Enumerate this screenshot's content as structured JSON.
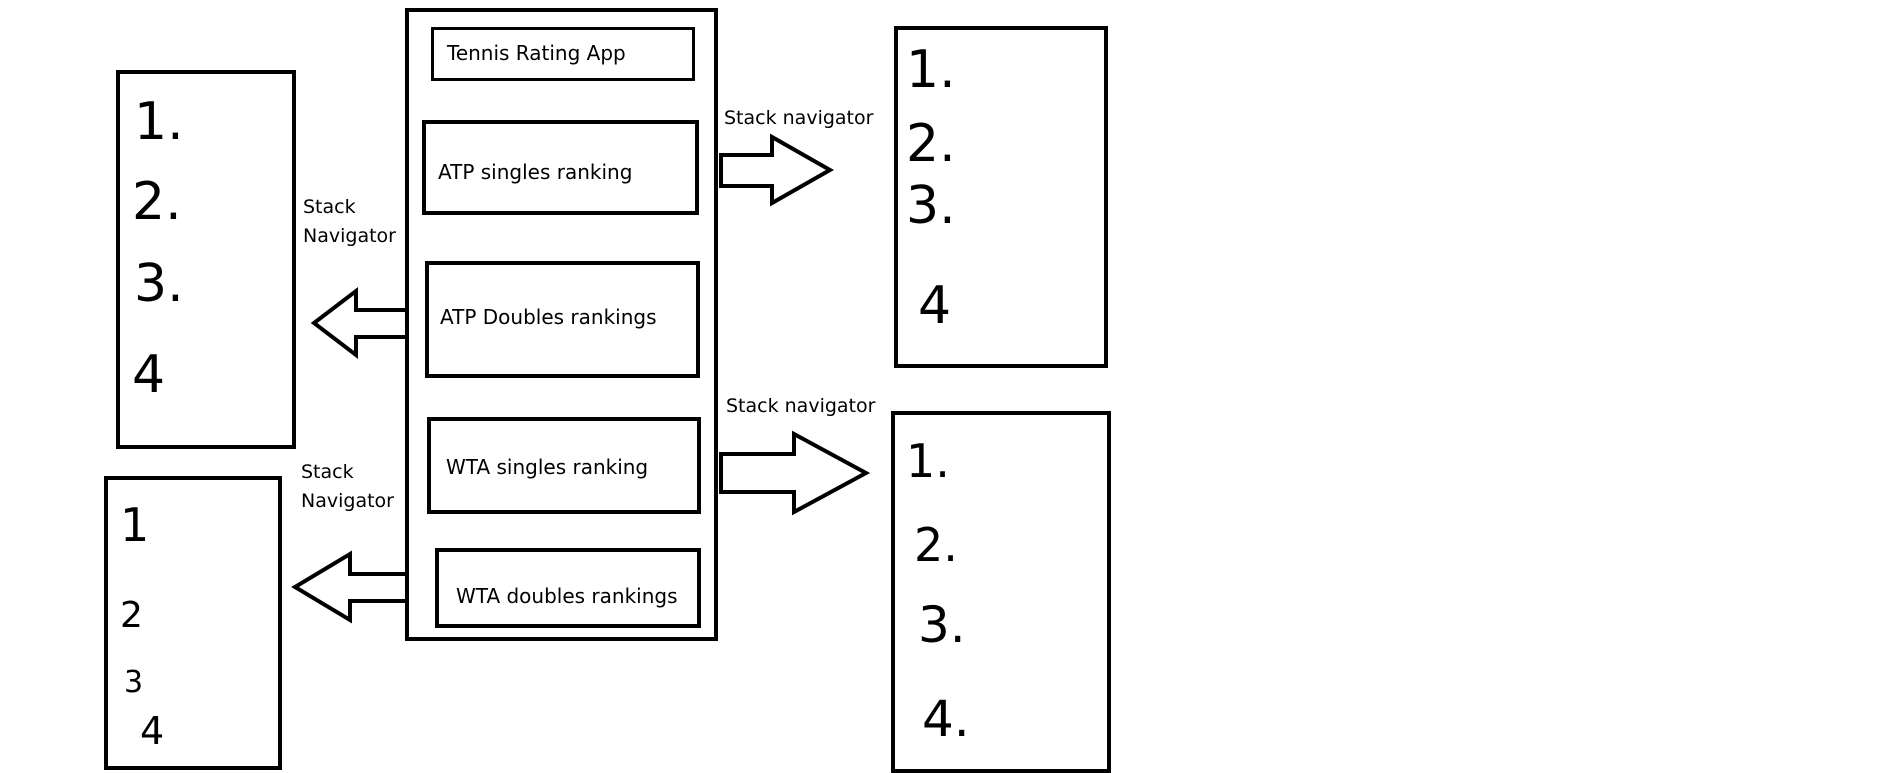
{
  "app": {
    "title": "Tennis Rating App",
    "buttons": [
      {
        "label": "ATP singles ranking"
      },
      {
        "label": "ATP Doubles rankings"
      },
      {
        "label": "WTA singles ranking"
      },
      {
        "label": "WTA doubles rankings"
      }
    ]
  },
  "navigators": {
    "top_right": "Stack navigator",
    "bottom_right": "Stack navigator",
    "top_left_line1": "Stack",
    "top_left_line2": "Navigator",
    "bottom_left_line1": "Stack",
    "bottom_left_line2": "Navigator"
  },
  "lists": {
    "top_left": [
      "1.",
      "2.",
      "3.",
      "4"
    ],
    "bottom_left": [
      "1",
      "2",
      "3",
      "4"
    ],
    "top_right": [
      "1.",
      "2.",
      "3.",
      "4"
    ],
    "bottom_right": [
      "1.",
      "2.",
      "3.",
      "4."
    ]
  }
}
